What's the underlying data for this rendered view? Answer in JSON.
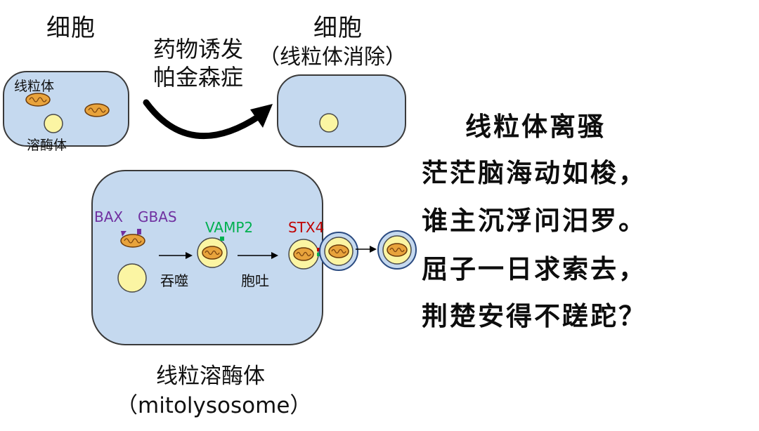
{
  "top_left": {
    "title": "细胞",
    "mito_label": "线粒体",
    "lyso_label": "溶酶体"
  },
  "arrow_text": {
    "line1": "药物诱发",
    "line2": "帕金森症"
  },
  "top_right": {
    "title": "细胞",
    "subtitle": "（线粒体消除）"
  },
  "bottom": {
    "bax": "BAX",
    "gbas": "GBAS",
    "vamp2": "VAMP2",
    "stx4": "STX4",
    "step1": "吞噬",
    "step2": "胞吐",
    "caption_cn": "线粒溶酶体",
    "caption_en": "（mitolysosome）"
  },
  "poem": {
    "title": "线粒体离骚",
    "lines": [
      "茫茫脑海动如梭，",
      "谁主沉浮问汨罗。",
      "屈子一日求索去，",
      "荆楚安得不蹉跎？"
    ]
  },
  "colors": {
    "cell_fill": "#c5d9ef",
    "lysosome": "#fbf5a3",
    "mitochondrion": "#e8a33c",
    "bax": "#7030a0",
    "gbas": "#7030a0",
    "vamp2": "#00b050",
    "stx4": "#c00000"
  }
}
